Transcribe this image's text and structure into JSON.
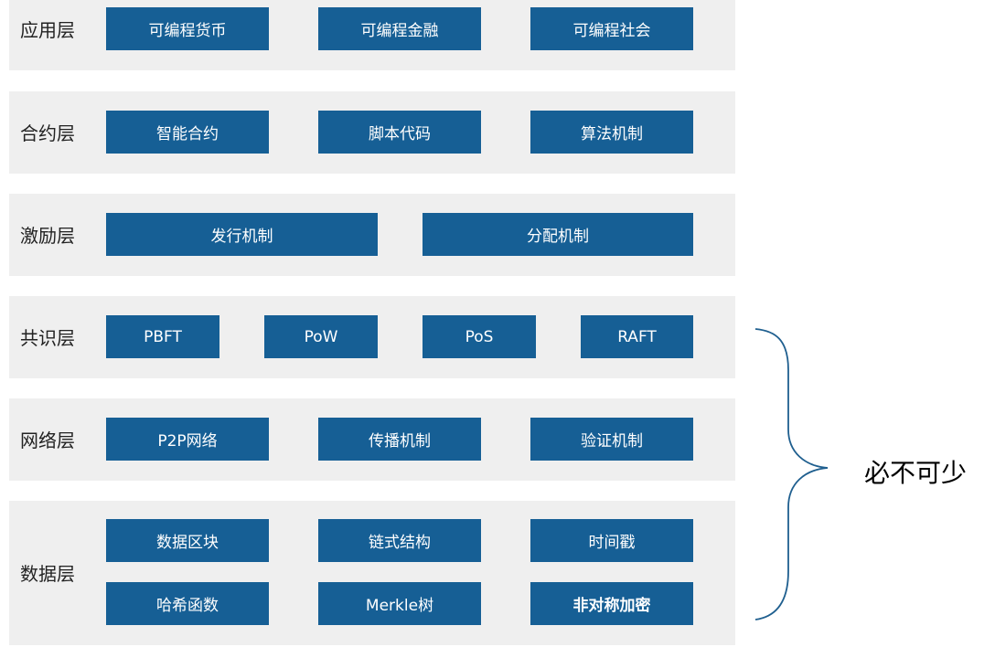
{
  "layers": {
    "app": {
      "label": "应用层",
      "items": [
        "可编程货币",
        "可编程金融",
        "可编程社会"
      ]
    },
    "contract": {
      "label": "合约层",
      "items": [
        "智能合约",
        "脚本代码",
        "算法机制"
      ]
    },
    "incentive": {
      "label": "激励层",
      "items": [
        "发行机制",
        "分配机制"
      ]
    },
    "consensus": {
      "label": "共识层",
      "items": [
        "PBFT",
        "PoW",
        "PoS",
        "RAFT"
      ]
    },
    "network": {
      "label": "网络层",
      "items": [
        "P2P网络",
        "传播机制",
        "验证机制"
      ]
    },
    "data": {
      "label": "数据层",
      "items": [
        "数据区块",
        "链式结构",
        "时间戳",
        "哈希函数",
        "Merkle树",
        "非对称加密"
      ]
    }
  },
  "brace_label": "必不可少",
  "colors": {
    "box": "#165f95",
    "band": "#efefef",
    "brace": "#1f5f8f"
  }
}
